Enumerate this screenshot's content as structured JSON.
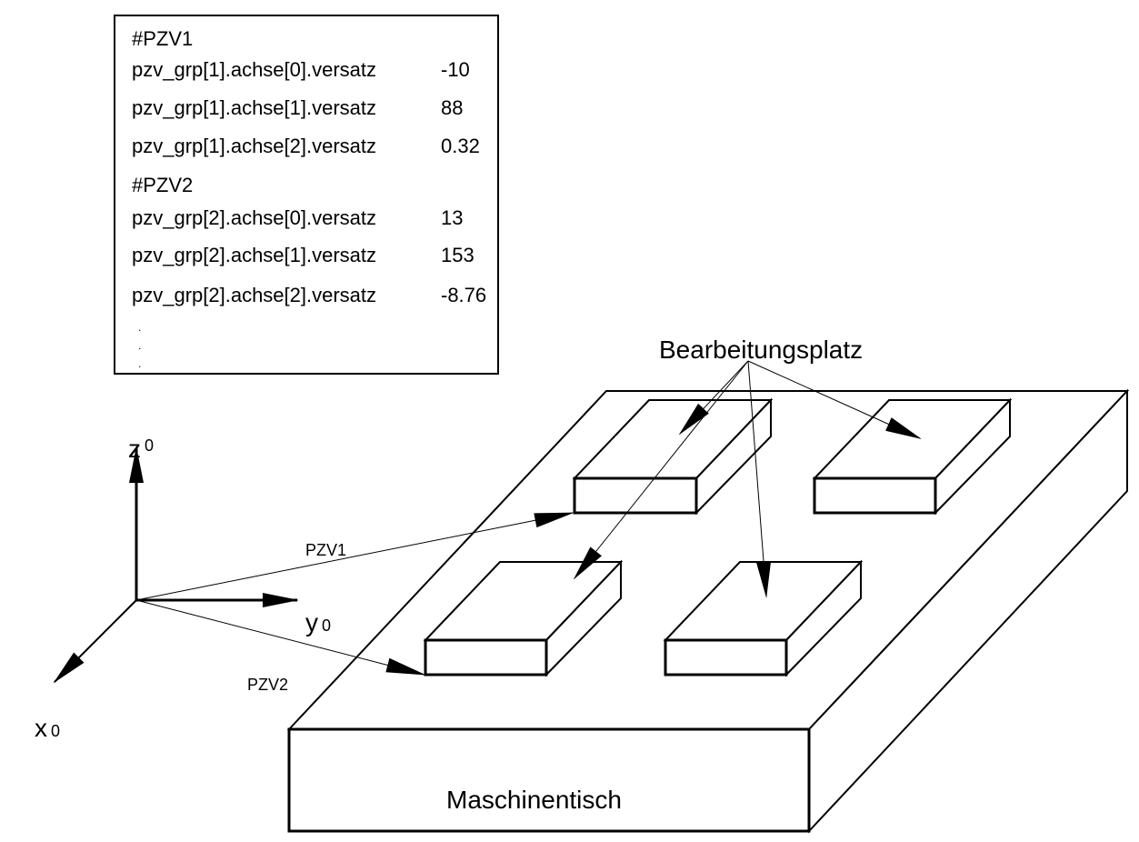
{
  "param_table": {
    "groups": [
      {
        "header": "#PZV1",
        "rows": [
          {
            "name": "pzv_grp[1].achse[0].versatz",
            "value": "-10"
          },
          {
            "name": "pzv_grp[1].achse[1].versatz",
            "value": "88"
          },
          {
            "name": "pzv_grp[1].achse[2].versatz",
            "value": "0.32"
          }
        ]
      },
      {
        "header": "#PZV2",
        "rows": [
          {
            "name": "pzv_grp[2].achse[0].versatz",
            "value": "13"
          },
          {
            "name": "pzv_grp[2].achse[1].versatz",
            "value": "153"
          },
          {
            "name": "pzv_grp[2].achse[2].versatz",
            "value": "-8.76"
          }
        ]
      }
    ],
    "continuation_dots": [
      ".",
      ".",
      "."
    ]
  },
  "labels": {
    "workstation": "Bearbeitungsplatz",
    "machine_table": "Maschinentisch",
    "vector_1": "PZV1",
    "vector_2": "PZV2"
  },
  "axes": {
    "z": {
      "letter": "z",
      "subscript": "0"
    },
    "y": {
      "letter": "y",
      "subscript": "0"
    },
    "x": {
      "letter": "x",
      "subscript": "0"
    }
  }
}
